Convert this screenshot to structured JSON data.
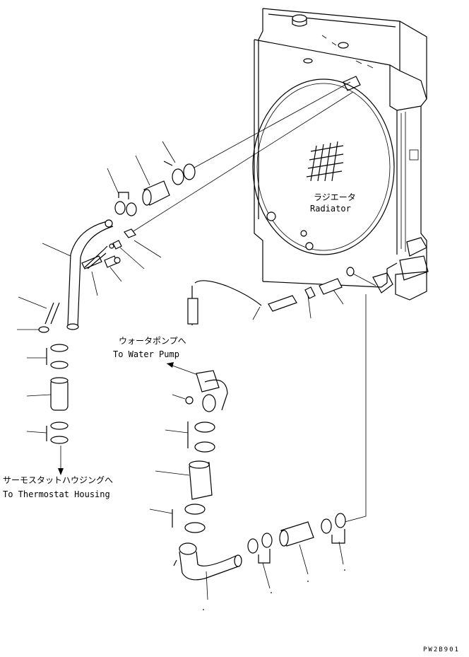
{
  "labels": {
    "radiator_jp": "ラジエータ",
    "radiator_en": "Radiator",
    "water_pump_jp": "ウォータポンプへ",
    "water_pump_en": "To Water Pump",
    "thermostat_jp": "サーモスタットハウジングへ",
    "thermostat_en": "To Thermostat Housing",
    "figure_code": "PW2B901"
  }
}
